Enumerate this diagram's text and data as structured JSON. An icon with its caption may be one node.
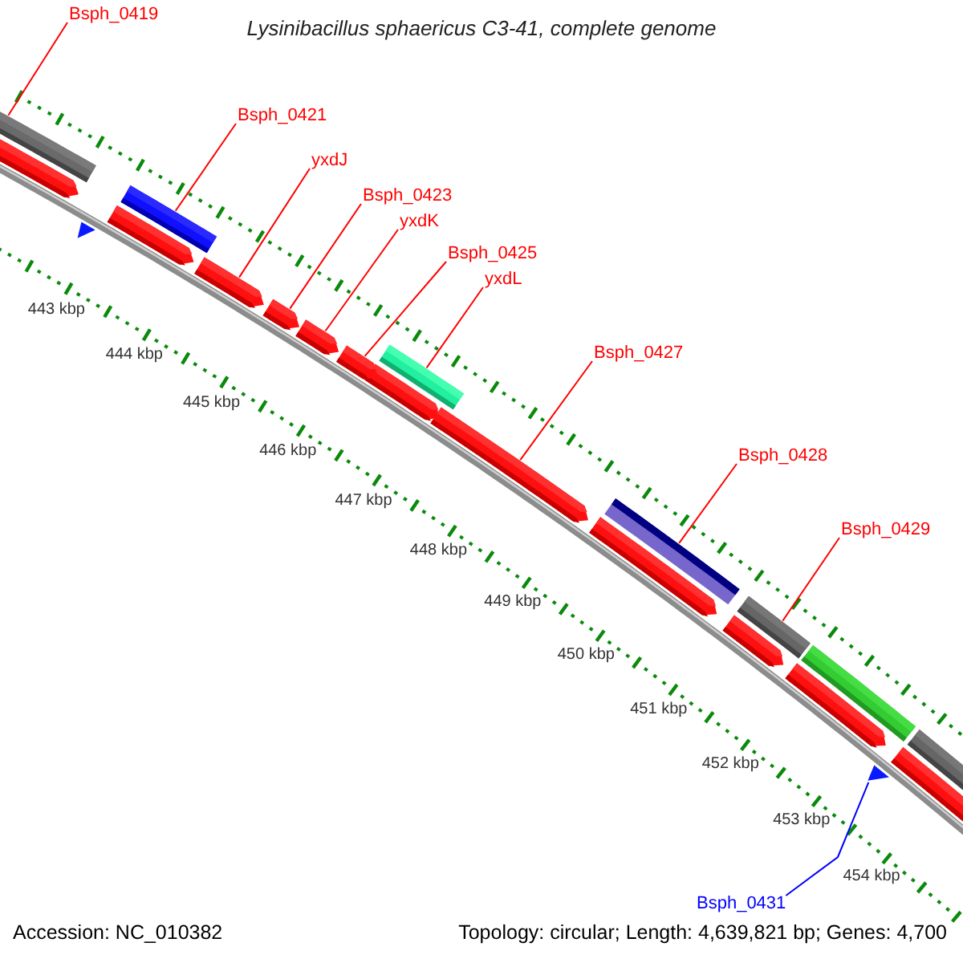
{
  "diagram": {
    "title": "Lysinibacillus sphaericus C3-41, complete genome",
    "nodes": [
      {
        "text": [
          "Bsph_0419"
        ]
      },
      {
        "text": [
          "Bsph_0421"
        ]
      },
      {
        "text": [
          "yxdJ"
        ]
      },
      {
        "text": [
          "Bsph_0423"
        ]
      },
      {
        "text": [
          "yxdK"
        ]
      },
      {
        "text": [
          "Bsph_0425"
        ]
      },
      {
        "text": [
          "yxdL"
        ]
      },
      {
        "text": [
          "Bsph_0427"
        ]
      },
      {
        "text": [
          "Bsph_0428"
        ]
      },
      {
        "text": [
          "Bsph_0429"
        ]
      },
      {
        "text": [
          "Bsph_0431"
        ]
      },
      {
        "text": [],
        "shape": "bar"
      },
      {
        "text": [],
        "shape": "bar"
      },
      {
        "text": [],
        "shape": "pentagon"
      },
      {
        "text": [],
        "shape": "pentagon"
      },
      {
        "text": [],
        "shape": "pentagon"
      },
      {
        "text": [],
        "shape": "pentagon"
      },
      {
        "text": [],
        "shape": "bar"
      },
      {
        "text": [],
        "shape": "pentagon"
      },
      {
        "text": [],
        "shape": "bar"
      },
      {
        "text": [],
        "shape": "bar"
      },
      {
        "text": [],
        "shape": "triangle"
      }
    ],
    "edges": [
      {
        "from": 0,
        "to": 11,
        "arrow": "none"
      },
      {
        "from": 1,
        "to": 12,
        "arrow": "none"
      },
      {
        "from": 2,
        "to": 13,
        "arrow": "none"
      },
      {
        "from": 3,
        "to": 14,
        "arrow": "none"
      },
      {
        "from": 4,
        "to": 15,
        "arrow": "none"
      },
      {
        "from": 5,
        "to": 16,
        "arrow": "none"
      },
      {
        "from": 6,
        "to": 17,
        "arrow": "none"
      },
      {
        "from": 7,
        "to": 18,
        "arrow": "none"
      },
      {
        "from": 8,
        "to": 19,
        "arrow": "none"
      },
      {
        "from": 9,
        "to": 20,
        "arrow": "none"
      },
      {
        "from": 10,
        "to": 21,
        "arrow": "none",
        "color": "#0000ff"
      }
    ],
    "labels": [
      "443 kbp",
      "444 kbp",
      "445 kbp",
      "446 kbp",
      "447 kbp",
      "448 kbp",
      "449 kbp",
      "450 kbp",
      "451 kbp",
      "452 kbp",
      "453 kbp",
      "454 kbp",
      "Accession: NC_010382",
      "Topology: circular; Length: 4,639,821 bp; Genes: 4,700"
    ]
  }
}
